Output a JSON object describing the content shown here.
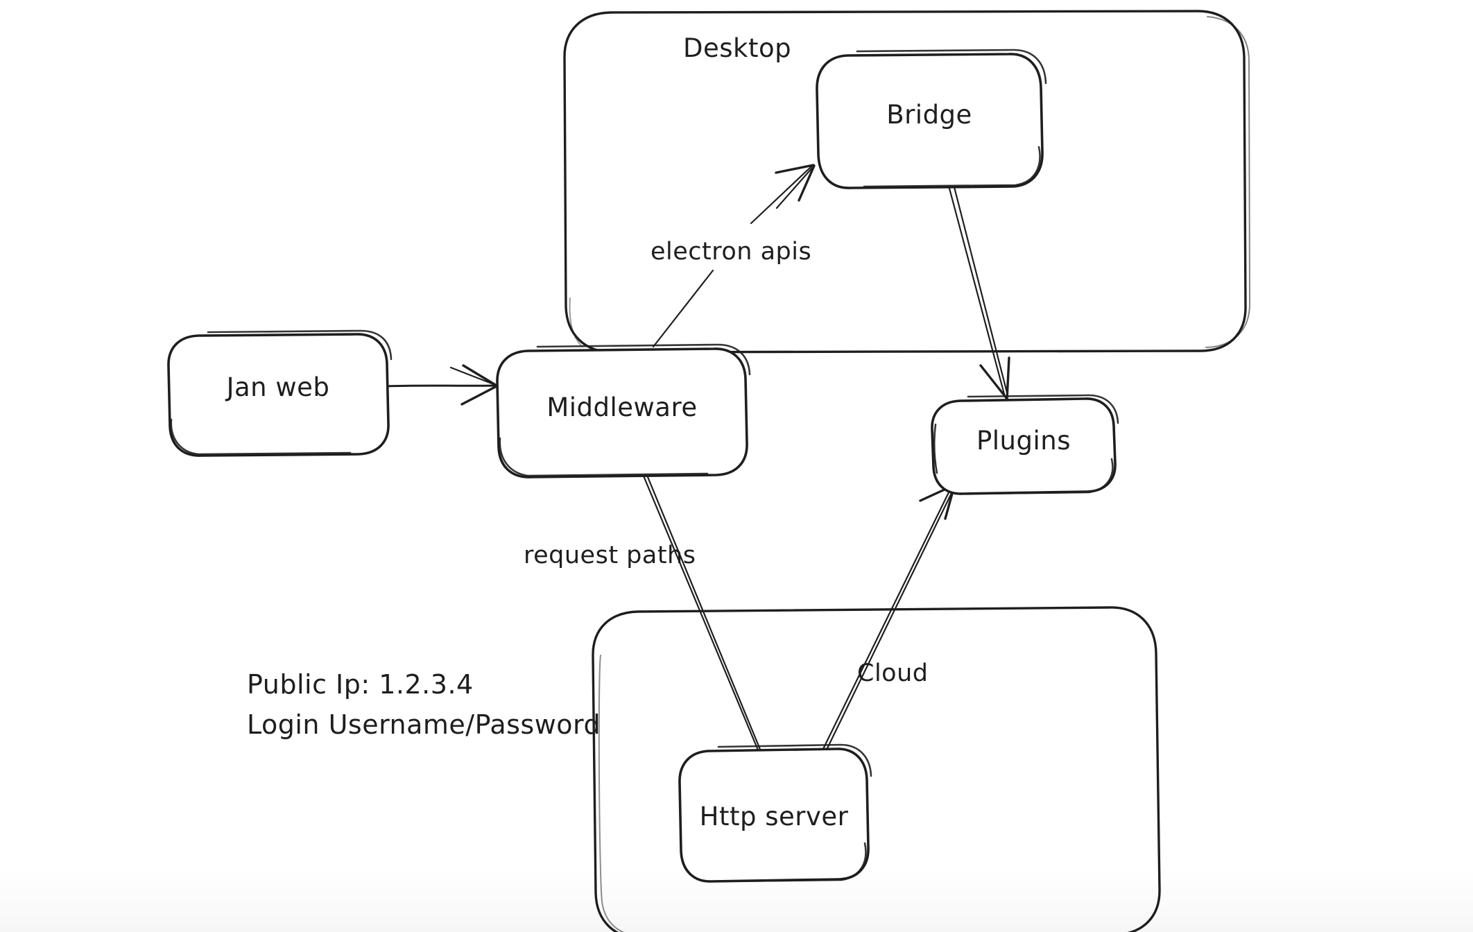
{
  "canvas": {
    "title": "Architecture whiteboard",
    "background": "#ffffff",
    "ink": "#1e1e1e"
  },
  "frames": [
    {
      "id": "desktop",
      "label": "Desktop"
    },
    {
      "id": "cloud_frame",
      "label": ""
    }
  ],
  "nodes": [
    {
      "id": "jan_web",
      "label": "Jan web"
    },
    {
      "id": "middleware",
      "label": "Middleware"
    },
    {
      "id": "bridge",
      "label": "Bridge"
    },
    {
      "id": "plugins",
      "label": "Plugins"
    },
    {
      "id": "http_server",
      "label": "Http server"
    }
  ],
  "edges": [
    {
      "id": "janweb_to_middleware",
      "from": "jan_web",
      "to": "middleware",
      "label": "",
      "arrow": true
    },
    {
      "id": "middleware_to_bridge",
      "from": "middleware",
      "to": "bridge",
      "label": "electron apis",
      "arrow": true
    },
    {
      "id": "bridge_to_plugins",
      "from": "bridge",
      "to": "plugins",
      "label": "",
      "arrow": true
    },
    {
      "id": "middleware_to_http",
      "from": "middleware",
      "to": "http_server",
      "label": "request paths",
      "arrow": false
    },
    {
      "id": "http_to_plugins",
      "from": "http_server",
      "to": "plugins",
      "label": "Cloud",
      "arrow": true
    }
  ],
  "notes": {
    "public_ip_line": "Public Ip: 1.2.3.4",
    "login_line": "Login Username/Password"
  }
}
